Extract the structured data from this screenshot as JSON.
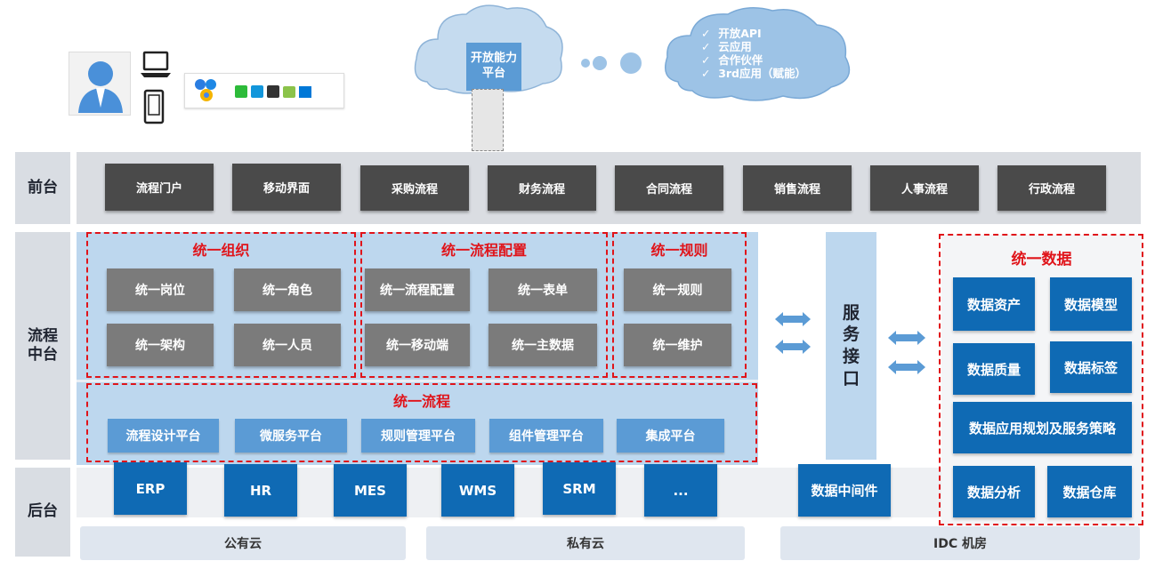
{
  "top": {
    "platform_box": "开放能力平台",
    "cloud_items": [
      "开放API",
      "云应用",
      "合作伙伴",
      "3rd应用（赋能）"
    ]
  },
  "rows": {
    "front": "前台",
    "middle": "流程中台",
    "back": "后台"
  },
  "front_buttons": [
    "流程门户",
    "移动界面",
    "采购流程",
    "财务流程",
    "合同流程",
    "销售流程",
    "人事流程",
    "行政流程"
  ],
  "org": {
    "title": "统一组织",
    "items": [
      "统一岗位",
      "统一角色",
      "统一架构",
      "统一人员"
    ]
  },
  "flowcfg": {
    "title": "统一流程配置",
    "items": [
      "统一流程配置",
      "统一表单",
      "统一移动端",
      "统一主数据"
    ]
  },
  "rules": {
    "title": "统一规则",
    "items": [
      "统一规则",
      "统一维护"
    ]
  },
  "process": {
    "title": "统一流程",
    "items": [
      "流程设计平台",
      "微服务平台",
      "规则管理平台",
      "组件管理平台",
      "集成平台"
    ]
  },
  "service": {
    "label": "服务接口"
  },
  "data": {
    "title": "统一数据",
    "row1": [
      "数据资产",
      "数据模型"
    ],
    "row2": [
      "数据质量",
      "数据标签"
    ],
    "wide": "数据应用规划及服务策略",
    "row4": [
      "数据分析",
      "数据仓库"
    ]
  },
  "back_systems": [
    "ERP",
    "HR",
    "MES",
    "WMS",
    "SRM",
    "..."
  ],
  "middleware": "数据中间件",
  "clouds": [
    "公有云",
    "私有云",
    "IDC 机房"
  ]
}
